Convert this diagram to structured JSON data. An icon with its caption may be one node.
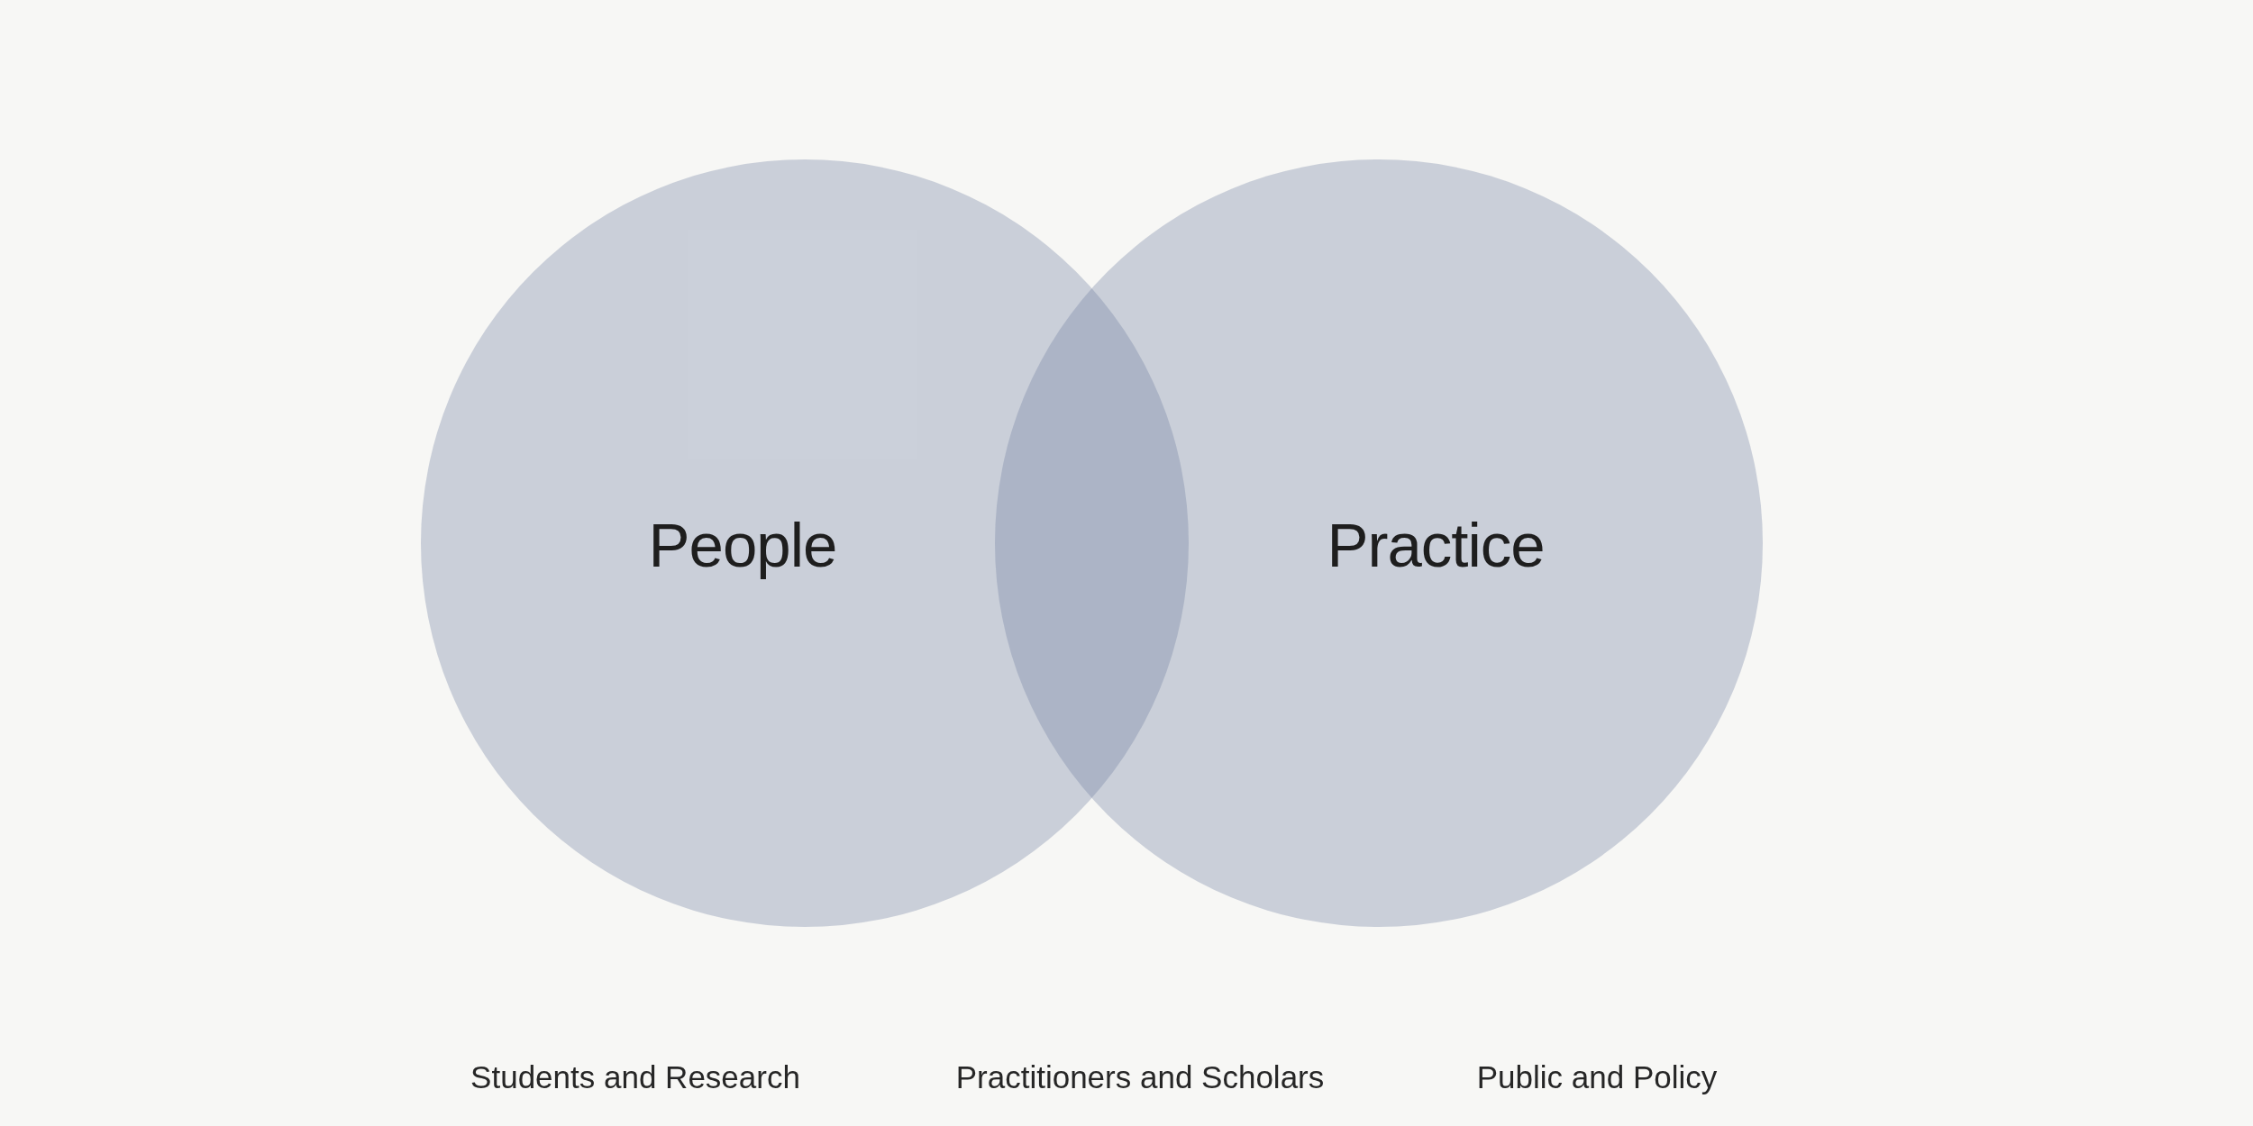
{
  "diagram": {
    "nodes": [
      {
        "text": [
          "People"
        ]
      },
      {
        "text": [
          "Practice"
        ]
      }
    ],
    "edges": [],
    "labels": [
      "Students and Research",
      "Practitioners and Scholars",
      "Public and Policy"
    ]
  }
}
